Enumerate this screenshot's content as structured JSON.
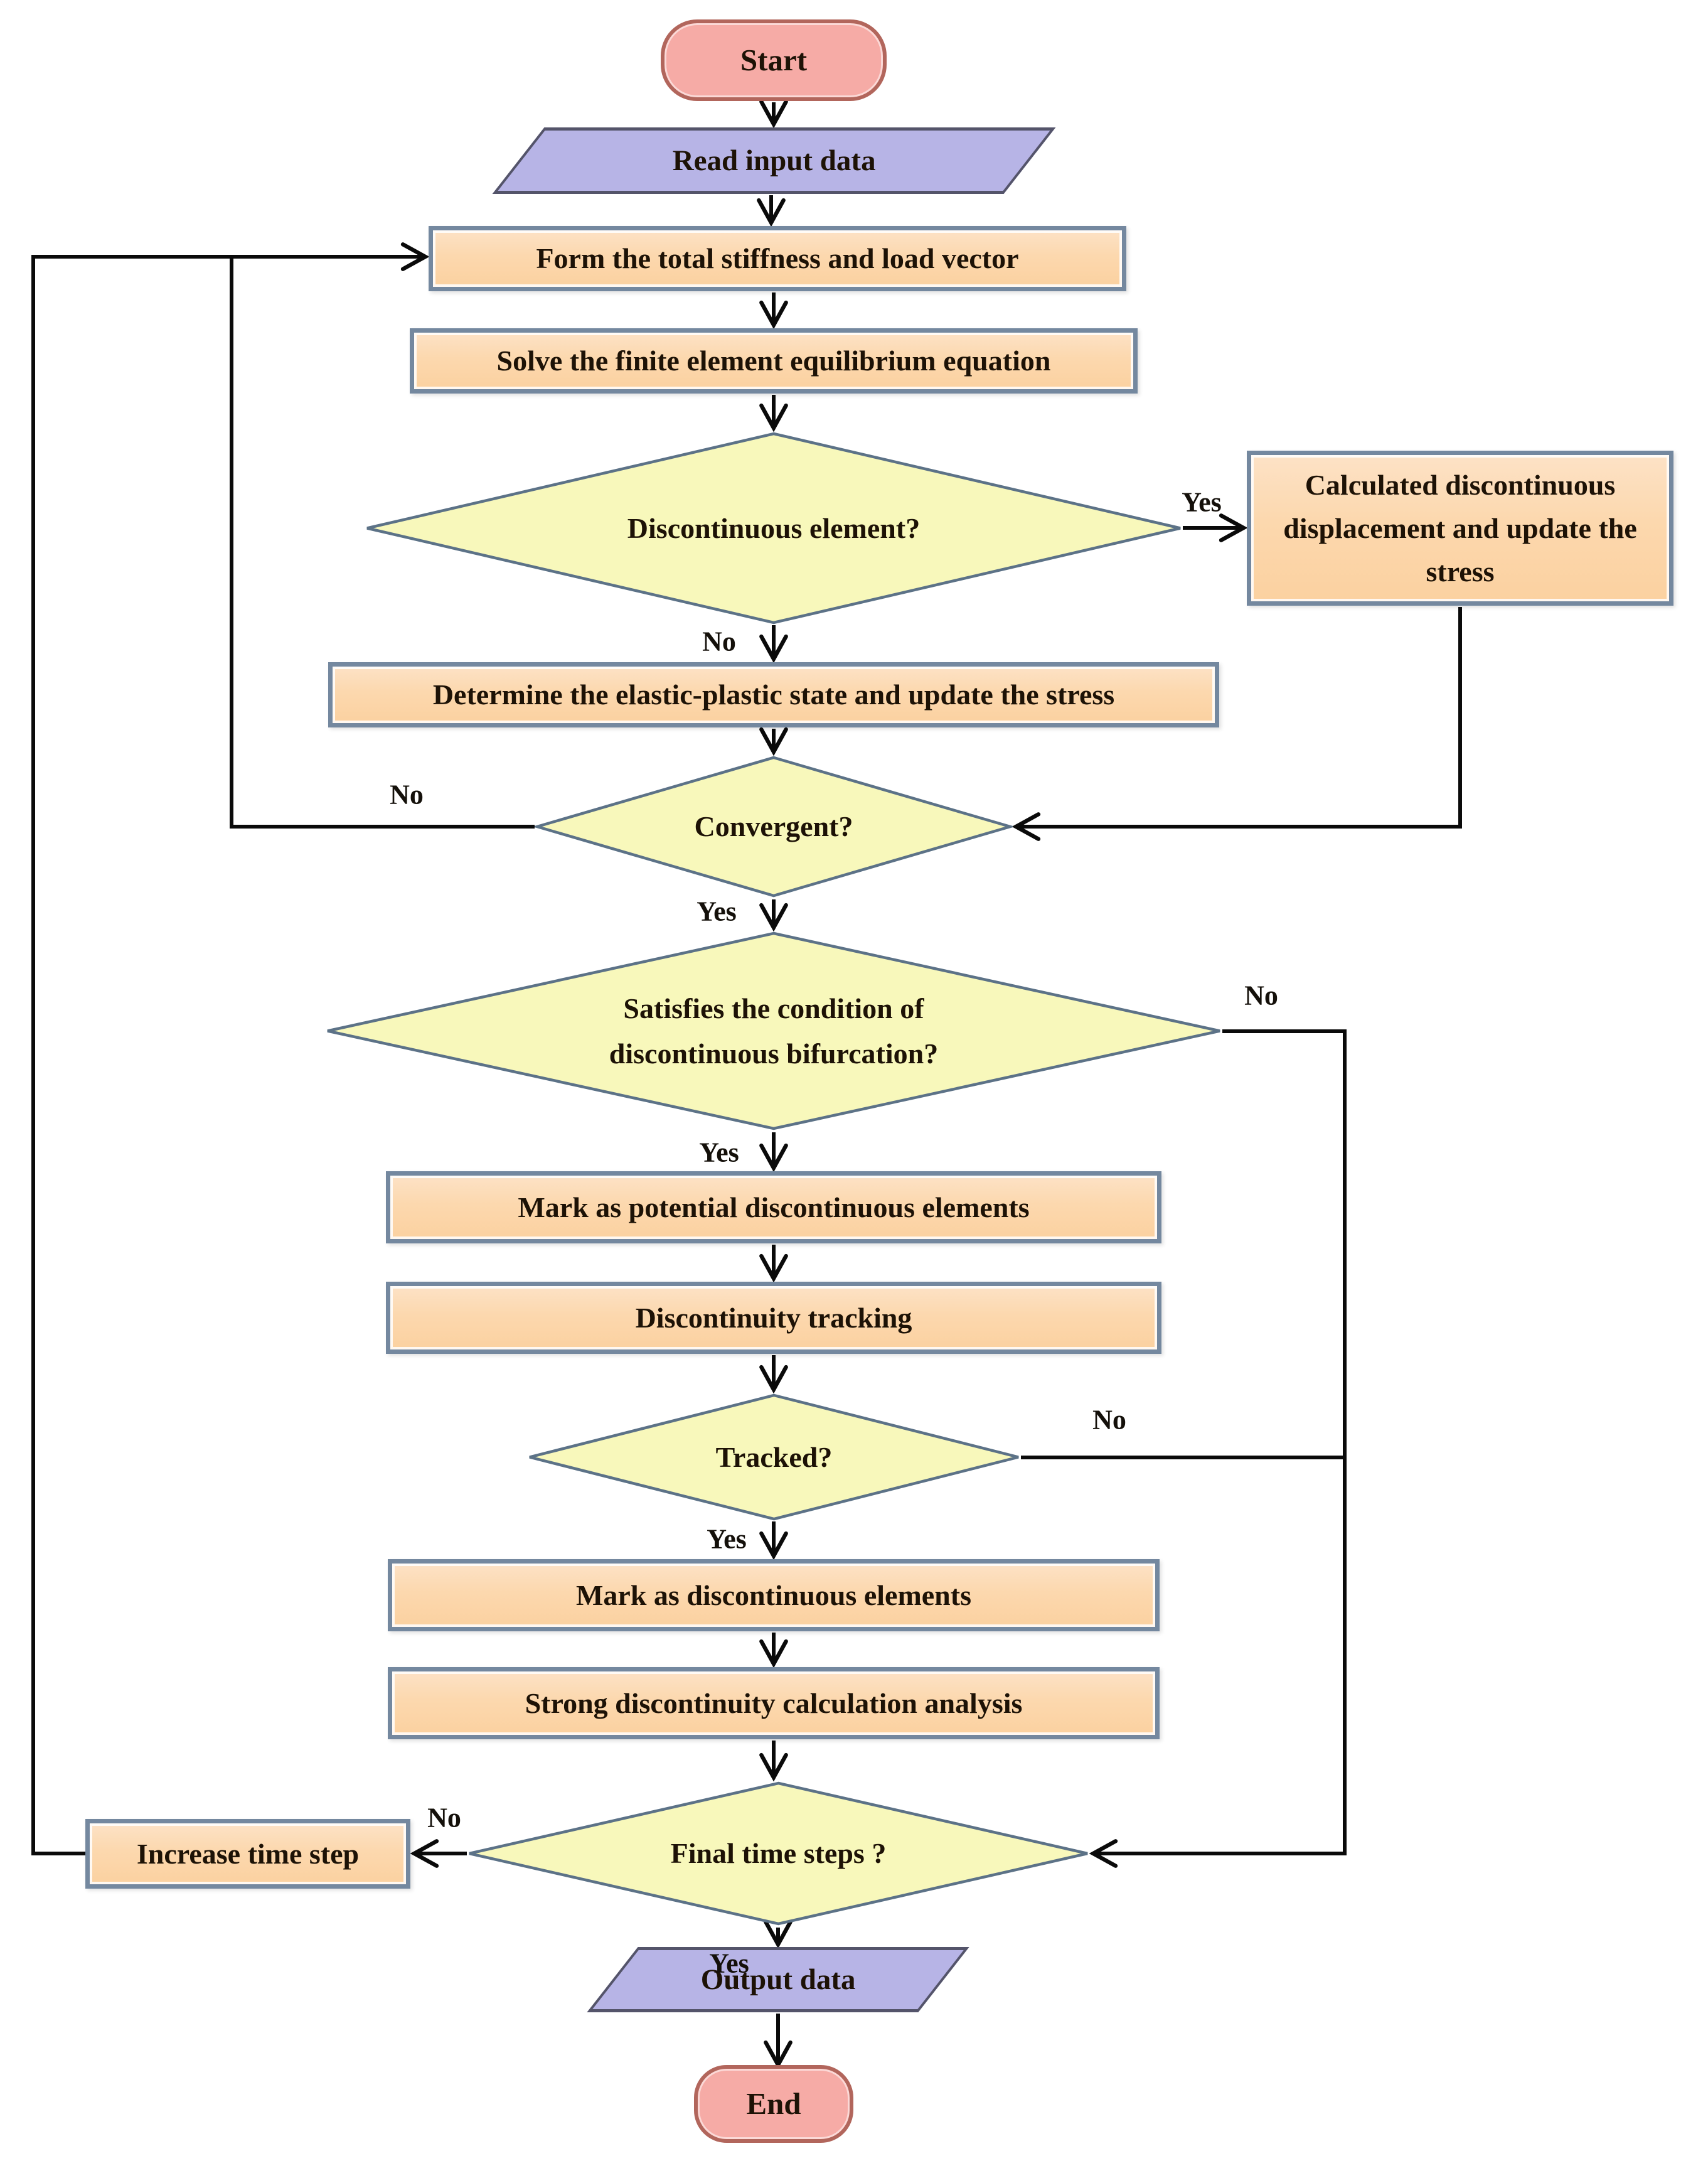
{
  "flowchart": {
    "nodes": {
      "start": "Start",
      "read_input": "Read input data",
      "form_stiffness": "Form the total stiffness and load vector",
      "solve_equilibrium": "Solve the finite element equilibrium equation",
      "discontinuous_element": "Discontinuous element?",
      "calc_displacement": "Calculated discontinuous displacement and update the stress",
      "determine_state": "Determine the elastic-plastic state and update the stress",
      "convergent": "Convergent?",
      "satisfies_bifurcation": "Satisfies the condition of discontinuous bifurcation?",
      "mark_potential": "Mark as potential discontinuous elements",
      "discontinuity_tracking": "Discontinuity tracking",
      "tracked": "Tracked?",
      "mark_discontinuous": "Mark as discontinuous elements",
      "strong_discontinuity": "Strong discontinuity calculation analysis",
      "final_time_steps": "Final time steps ?",
      "increase_time_step": "Increase time step",
      "output_data": "Output data",
      "end": "End"
    },
    "branch_labels": {
      "yes": "Yes",
      "no": "No"
    },
    "colors": {
      "process_fill": "#FCD8AE",
      "process_border": "#74889F",
      "decision_fill": "#F8F8BB",
      "decision_border": "#5C7287",
      "io_fill": "#B7B4E6",
      "io_border": "#54546A",
      "terminator_fill": "#F6ABA6",
      "terminator_border": "#B2665C",
      "connector": "#0A0A0A",
      "text": "#1D1206"
    }
  }
}
